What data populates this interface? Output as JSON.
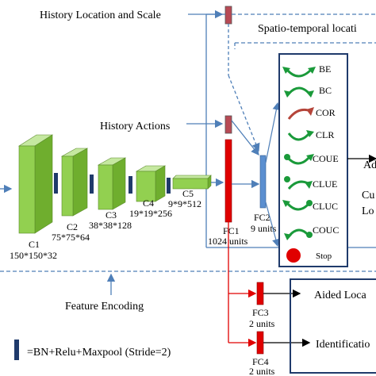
{
  "labels": {
    "history_location_scale": "History Location and Scale",
    "spatio_temporal": "Spatio-temporal locati",
    "history_actions": "History Actions",
    "feature_encoding": "Feature Encoding",
    "legend": "=BN+Relu+Maxpool (Stride=2)"
  },
  "conv_layers": [
    {
      "name": "C1",
      "dims": "150*150*32"
    },
    {
      "name": "C2",
      "dims": "75*75*64"
    },
    {
      "name": "C3",
      "dims": "38*38*128"
    },
    {
      "name": "C4",
      "dims": "19*19*256"
    },
    {
      "name": "C5",
      "dims": "9*9*512"
    }
  ],
  "fc_layers": {
    "fc1": {
      "name": "FC1",
      "units": "1024 units"
    },
    "fc2": {
      "name": "FC2",
      "units": "9 units"
    },
    "fc3": {
      "name": "FC3",
      "units": "2 units"
    },
    "fc4": {
      "name": "FC4",
      "units": "2 units"
    }
  },
  "actions": [
    {
      "label": "BE",
      "color": "#1a9a3a"
    },
    {
      "label": "BC",
      "color": "#1a9a3a"
    },
    {
      "label": "COR",
      "color": "#b5453a"
    },
    {
      "label": "CLR",
      "color": "#1a9a3a"
    },
    {
      "label": "COUE",
      "color": "#1a9a3a"
    },
    {
      "label": "CLUE",
      "color": "#1a9a3a"
    },
    {
      "label": "CLUC",
      "color": "#1a9a3a"
    },
    {
      "label": "COUC",
      "color": "#1a9a3a"
    },
    {
      "label": "Stop",
      "color": "#e00000"
    }
  ],
  "right_texts": {
    "ad": "Ad",
    "cu": "Cu",
    "lo": "Lo",
    "aided_location": "Aided Loca",
    "identification": "Identificatio"
  },
  "colors": {
    "conv_front": "#92d050",
    "conv_top": "#c5e8a0",
    "conv_side": "#6fae2e",
    "bn_block": "#1f3a6b",
    "history_block": "#b84a55",
    "fc_red": "#e00000",
    "fc_blue": "#5b8fd0",
    "arrow_blue": "#4f7fb8"
  }
}
